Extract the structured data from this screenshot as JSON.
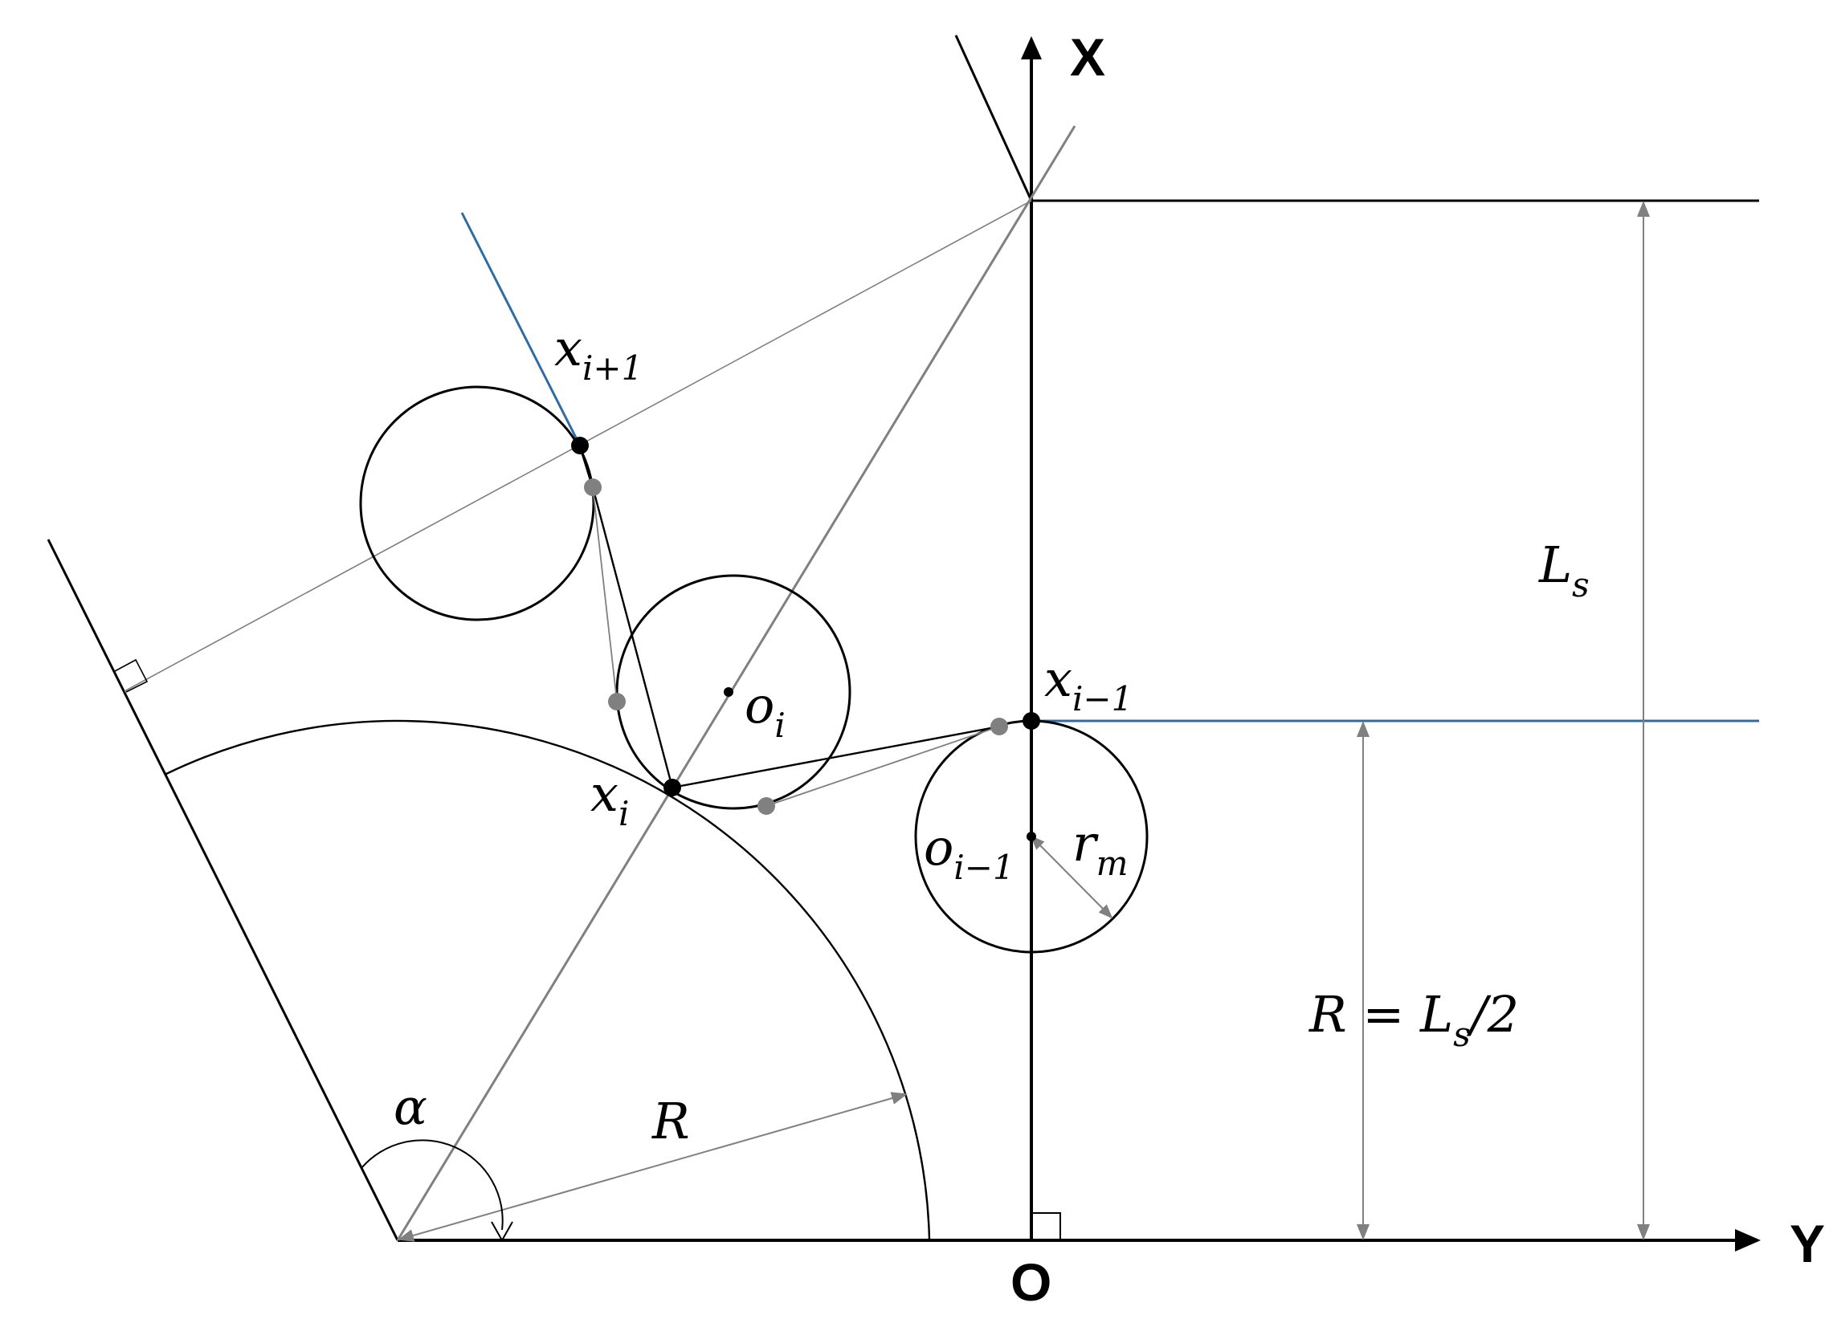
{
  "labels": {
    "x_axis": "X",
    "y_axis": "Y",
    "origin": "O",
    "x_next": {
      "base": "x",
      "sub": "i+1"
    },
    "x_cur": {
      "base": "x",
      "sub": "i"
    },
    "x_prev": {
      "base": "x",
      "sub": "i−1"
    },
    "o_cur": {
      "base": "o",
      "sub": "i"
    },
    "o_prev": {
      "base": "o",
      "sub": "i−1"
    },
    "r_m": {
      "base": "r",
      "sub": "m"
    },
    "Ls": {
      "base": "L",
      "sub": "s"
    },
    "R_eq": {
      "pre": "R = L",
      "sub": "s",
      "post": "/2"
    },
    "R": "R",
    "alpha": "α"
  },
  "colors": {
    "ink": "#000000",
    "gray": "#808080",
    "blue": "#2e6da4"
  }
}
